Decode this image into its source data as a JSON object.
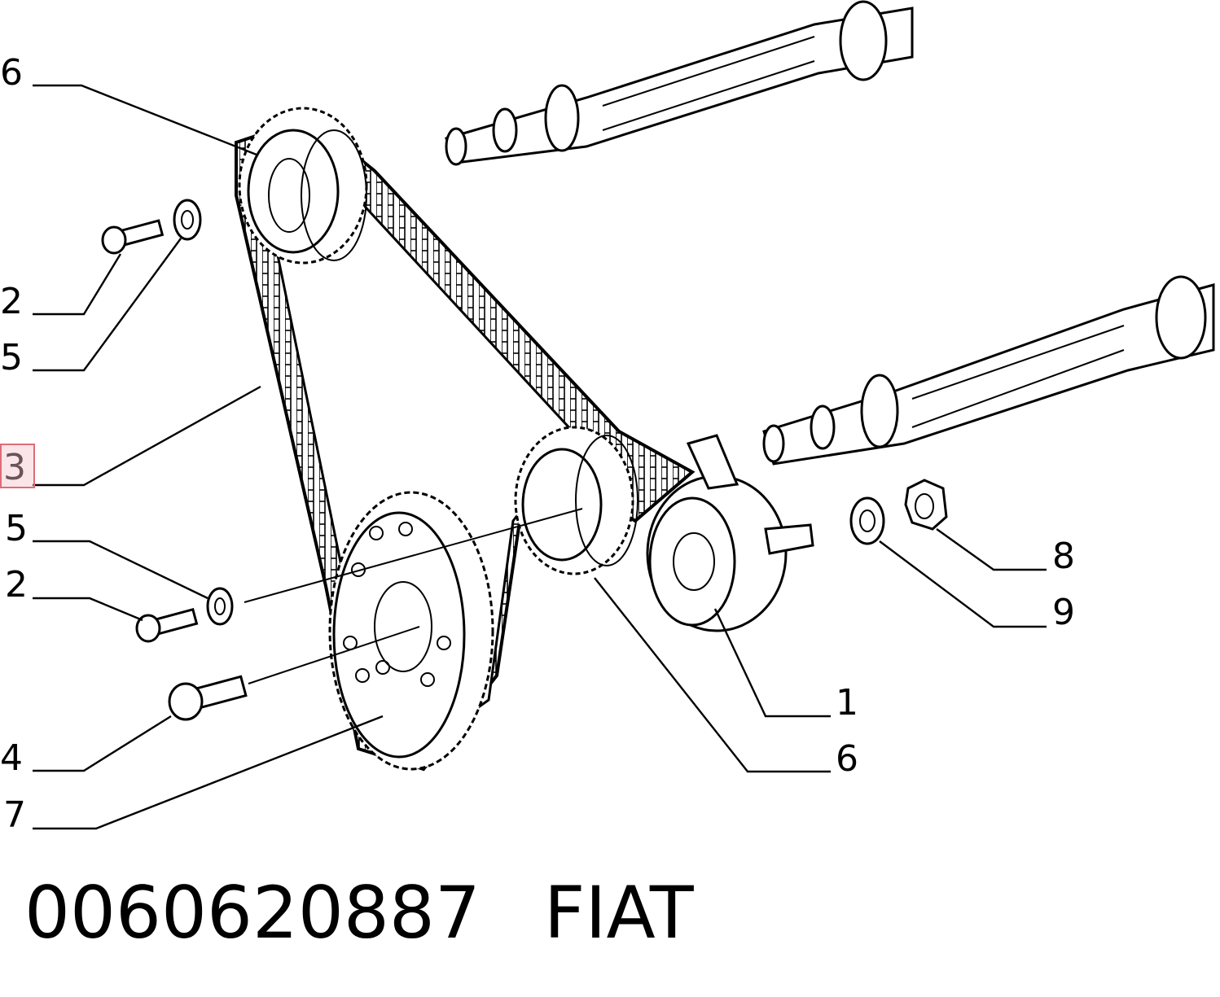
{
  "callouts": {
    "c6_top": "6",
    "c2_upper": "2",
    "c5_upper": "5",
    "c3": "3",
    "c5_lower": "5",
    "c2_lower": "2",
    "c4": "4",
    "c7": "7",
    "c8": "8",
    "c9": "9",
    "c1": "1",
    "c6_bottom": "6"
  },
  "caption": {
    "part_number": "0060620887",
    "brand": "FIAT"
  },
  "highlight_color": "#e06b78"
}
